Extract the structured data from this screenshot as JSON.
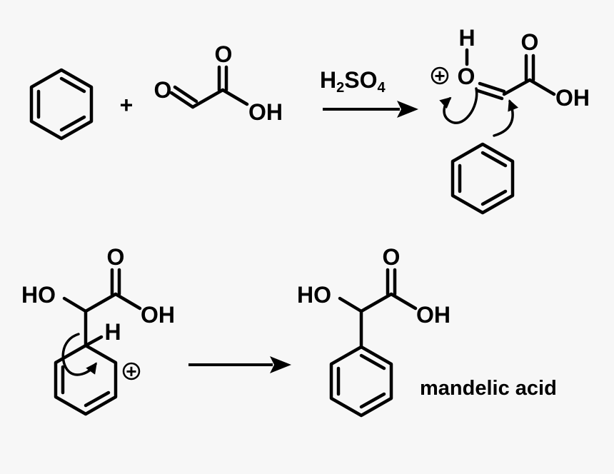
{
  "labels": {
    "plus": "+",
    "glyoxylic_o_aldehyde": "O",
    "glyoxylic_o_carbonyl": "O",
    "glyoxylic_oh": "OH",
    "reagent_h": "H",
    "reagent_2": "2",
    "reagent_so": "SO",
    "reagent_4": "4",
    "int1_h": "H",
    "int1_o_plus": "O",
    "int1_charge": "+",
    "int1_o_carbonyl": "O",
    "int1_oh": "OH",
    "int2_ho": "HO",
    "int2_o_carbonyl": "O",
    "int2_oh": "OH",
    "int2_h": "H",
    "int2_charge": "+",
    "prod_ho": "HO",
    "prod_o_carbonyl": "O",
    "prod_oh": "OH",
    "product_name": "mandelic acid"
  },
  "colors": {
    "background": "#f7f7f7",
    "ink": "#000000"
  }
}
